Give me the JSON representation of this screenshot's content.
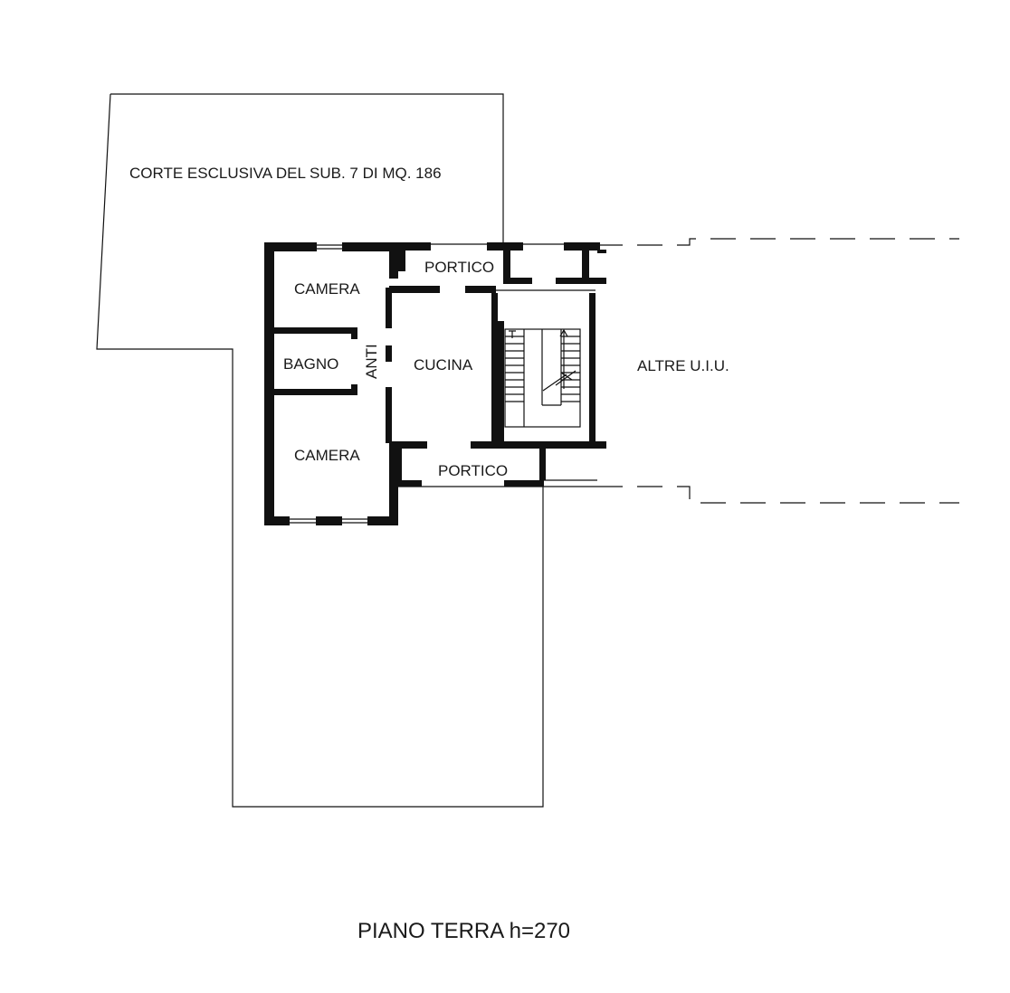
{
  "labels": {
    "courtyard": "CORTE ESCLUSIVA DEL SUB. 7 DI MQ. 186",
    "portico_top": "PORTICO",
    "portico_bottom": "PORTICO",
    "camera_top": "CAMERA",
    "camera_bottom": "CAMERA",
    "bagno": "BAGNO",
    "anti": "ANTI",
    "cucina": "CUCINA",
    "altre": "ALTRE U.I.U.",
    "floor_title": "PIANO TERRA h=270"
  }
}
